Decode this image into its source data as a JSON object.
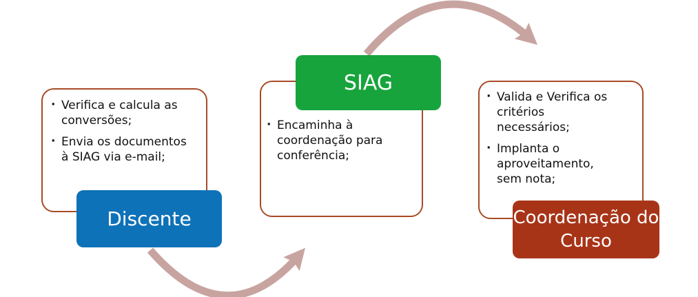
{
  "diagram": {
    "border_color": "#a84a26",
    "arrow_color": "#c8a4a0",
    "steps": [
      {
        "label": "Discente",
        "label_color": "#0e72b8",
        "bullets": [
          "Verifica e calcula as conversões;",
          "Envia os documentos à SIAG via e-mail;"
        ]
      },
      {
        "label": "SIAG",
        "label_color": "#17a43c",
        "bullets": [
          "Encaminha à coordenação para conferência;"
        ]
      },
      {
        "label": "Coordenação do Curso",
        "label_color": "#a83418",
        "bullets": [
          "Valida e Verifica os critérios necessários;",
          "Implanta o aproveitamento, sem nota;"
        ]
      }
    ]
  }
}
